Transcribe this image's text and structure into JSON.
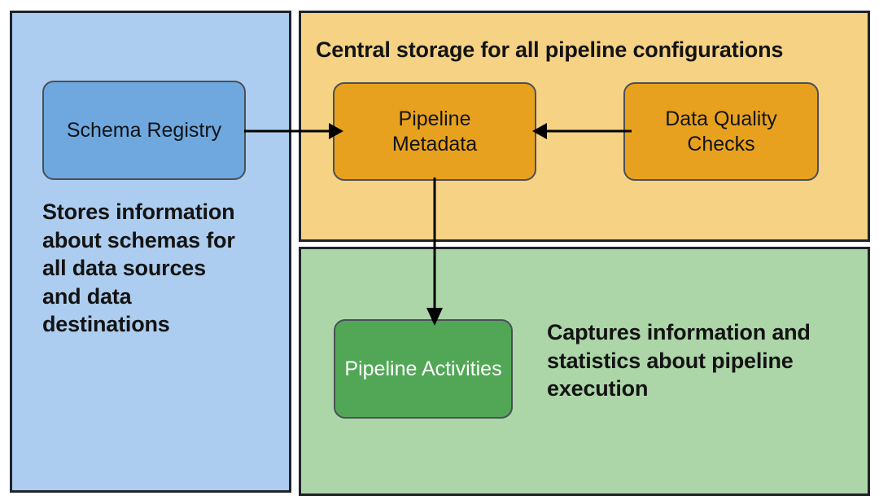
{
  "diagram": {
    "type": "flowchart",
    "background": "#ffffff",
    "panels": [
      {
        "id": "schema-registry",
        "fill": "#ACCDEF",
        "caption": "Stores information\nabout schemas for\nall data sources\nand data\ndestinations",
        "node": {
          "label": "Schema Registry",
          "fill": "#6FA8DE",
          "text_color": "#111418"
        }
      },
      {
        "id": "central-storage",
        "fill": "#F5D284",
        "caption": "Central storage for all pipeline configurations",
        "nodes": [
          {
            "id": "pipeline-metadata",
            "label": "Pipeline\nMetadata",
            "fill": "#E8A11E",
            "text_color": "#111418"
          },
          {
            "id": "data-quality-checks",
            "label": "Data Quality\nChecks",
            "fill": "#E8A11E",
            "text_color": "#111418"
          }
        ]
      },
      {
        "id": "pipeline-activities",
        "fill": "#ACD6A8",
        "caption": "Captures information and\nstatistics about pipeline\nexecution",
        "node": {
          "label": "Pipeline Activities",
          "fill": "#52A756",
          "text_color": "#ffffff"
        }
      }
    ],
    "connectors": [
      {
        "id": "schema-to-metadata",
        "from": "Schema Registry",
        "to": "Pipeline Metadata",
        "direction": "right",
        "color": "#000000"
      },
      {
        "id": "quality-to-metadata",
        "from": "Data Quality Checks",
        "to": "Pipeline Metadata",
        "direction": "left",
        "color": "#000000"
      },
      {
        "id": "metadata-to-activities",
        "from": "Pipeline Metadata",
        "to": "Pipeline Activities",
        "direction": "down",
        "color": "#000000"
      }
    ],
    "border_color": "#20232a"
  }
}
